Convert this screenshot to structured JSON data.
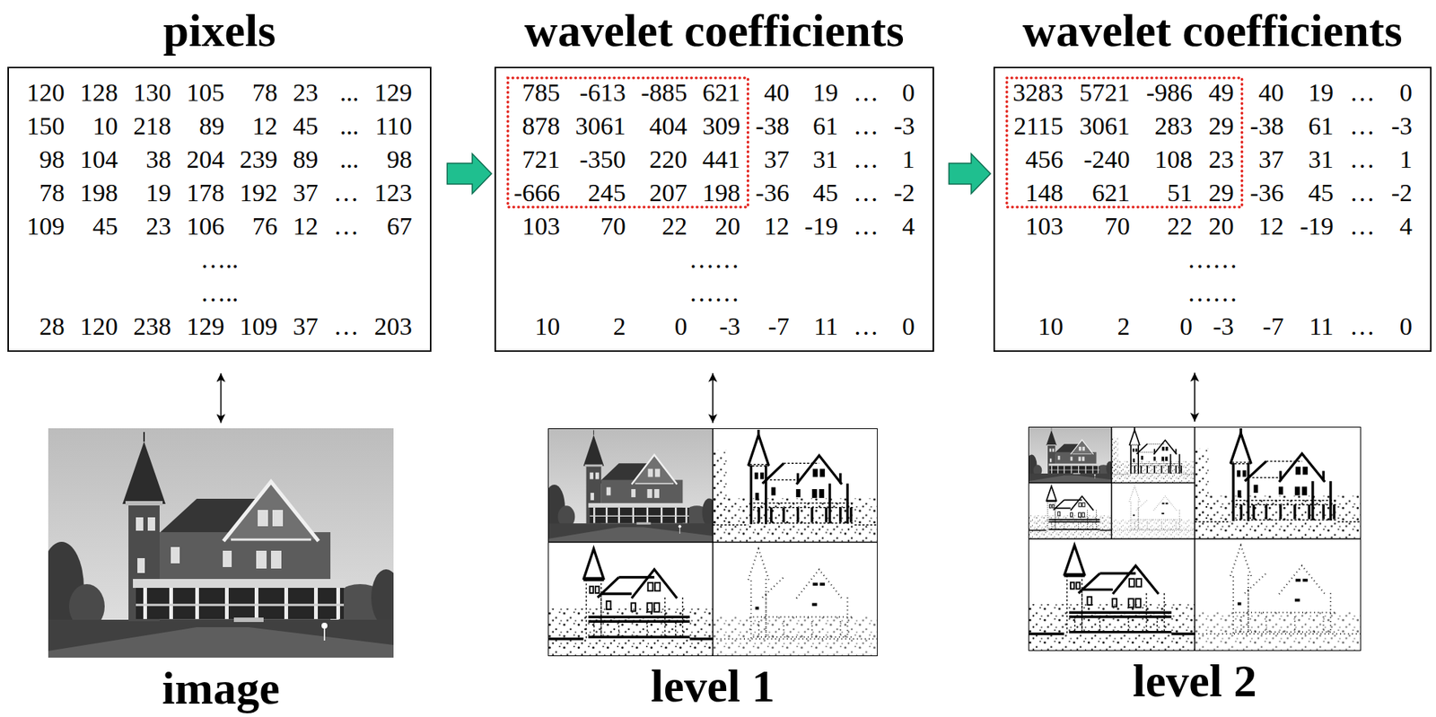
{
  "diagram": {
    "nodes": [
      {
        "text": [
          "pixels"
        ]
      },
      {
        "text": [
          "wavelet coefficients"
        ]
      },
      {
        "text": [
          "wavelet coefficients"
        ]
      },
      {
        "text": [
          "image"
        ]
      },
      {
        "text": [
          "level 1"
        ]
      },
      {
        "text": [
          "level 2"
        ]
      }
    ],
    "edges": [
      {
        "from": 0,
        "to": 1,
        "arrow": "to"
      },
      {
        "from": 1,
        "to": 2,
        "arrow": "to"
      },
      {
        "from": 0,
        "to": 3,
        "arrow": "both"
      },
      {
        "from": 1,
        "to": 4,
        "arrow": "both"
      },
      {
        "from": 2,
        "to": 5,
        "arrow": "both"
      }
    ],
    "labels": [
      "120",
      "128",
      "130",
      "105",
      "78",
      "23",
      "...",
      "129",
      "150",
      "10",
      "218",
      "89",
      "12",
      "45",
      "...",
      "110",
      "98",
      "104",
      "38",
      "204",
      "239",
      "89",
      "...",
      "98",
      "78",
      "198",
      "19",
      "178",
      "192",
      "37",
      "…",
      "123",
      "109",
      "45",
      "23",
      "106",
      "76",
      "12",
      "…",
      "67",
      "…..",
      "…..",
      "28",
      "120",
      "238",
      "129",
      "109",
      "37",
      "…",
      "203",
      "785",
      "-613",
      "-885",
      "621",
      "40",
      "19",
      "…",
      "0",
      "878",
      "3061",
      "404",
      "309",
      "-38",
      "61",
      "…",
      "-3",
      "721",
      "-350",
      "220",
      "441",
      "37",
      "31",
      "…",
      "1",
      "-666",
      "245",
      "207",
      "198",
      "-36",
      "45",
      "…",
      "-2",
      "103",
      "70",
      "22",
      "20",
      "12",
      "-19",
      "…",
      "4",
      "……",
      "……",
      "10",
      "2",
      "0",
      "-3",
      "-7",
      "11",
      "…",
      "0",
      "3283",
      "5721",
      "-986",
      "49",
      "40",
      "19",
      "…",
      "0",
      "2115",
      "3061",
      "283",
      "29",
      "-38",
      "61",
      "…",
      "-3",
      "456",
      "-240",
      "108",
      "23",
      "37",
      "31",
      "…",
      "1",
      "148",
      "621",
      "51",
      "29",
      "-36",
      "45",
      "…",
      "-2",
      "103",
      "70",
      "22",
      "20",
      "12",
      "-19",
      "…",
      "4",
      "……",
      "……",
      "10",
      "2",
      "0",
      "-3",
      "-7",
      "11",
      "…",
      "0"
    ]
  }
}
